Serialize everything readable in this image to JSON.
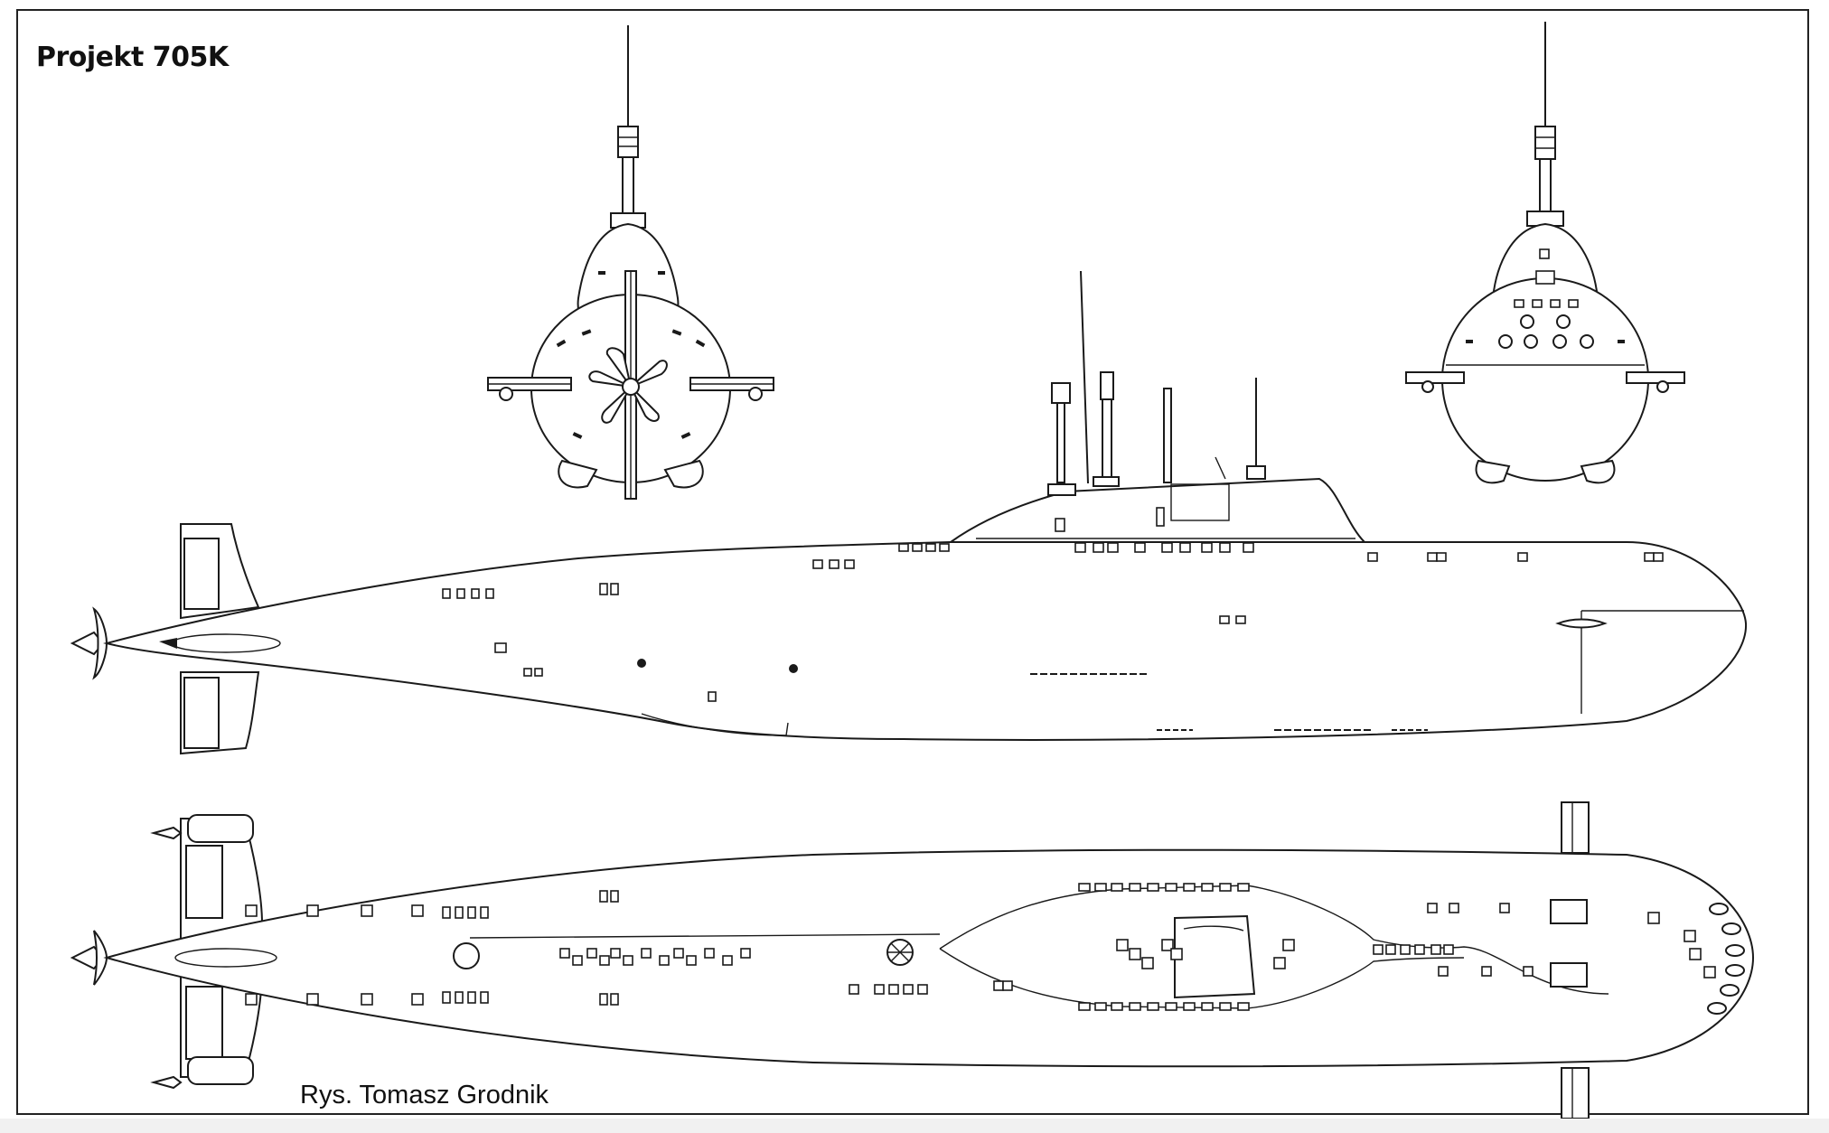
{
  "drawing": {
    "title": "Projekt 705K",
    "credit": "Rys. Tomasz Grodnik"
  },
  "views": [
    {
      "id": "stern-view",
      "icon": "submarine-stern-view-icon"
    },
    {
      "id": "bow-view",
      "icon": "submarine-bow-view-icon"
    },
    {
      "id": "side-profile",
      "icon": "submarine-side-profile-icon"
    },
    {
      "id": "top-plan",
      "icon": "submarine-top-plan-icon"
    }
  ]
}
